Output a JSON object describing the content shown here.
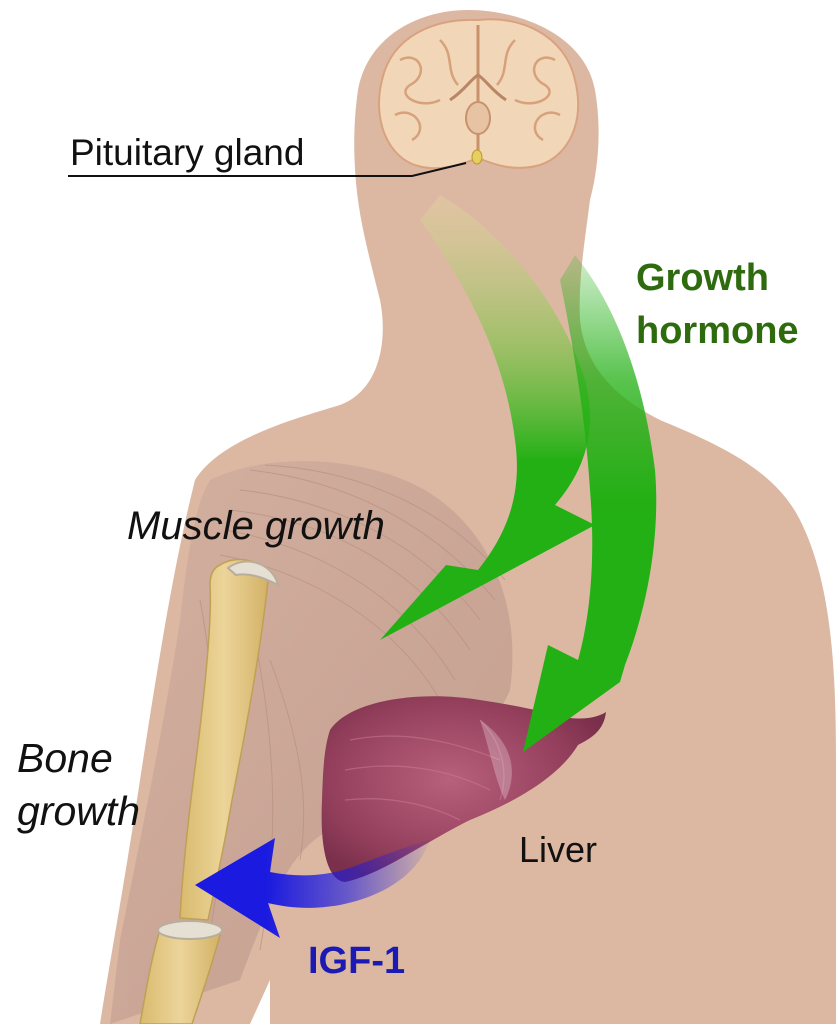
{
  "labels": {
    "pituitary": "Pituitary gland",
    "growth_hormone_line1": "Growth",
    "growth_hormone_line2": "hormone",
    "muscle": "Muscle growth",
    "bone_line1": "Bone",
    "bone_line2": "growth",
    "liver": "Liver",
    "igf": "IGF-1"
  },
  "colors": {
    "skin": "#dcb8a3",
    "brain": "#f1d6b8",
    "muscle": "#c9a596",
    "liver": "#9c4665",
    "bone": "#e2c783",
    "growth_hormone_arrow": "#22b014",
    "growth_hormone_text": "#2e6b0f",
    "igf_arrow": "#1a1ae0",
    "igf_text": "#1b1bb3"
  }
}
